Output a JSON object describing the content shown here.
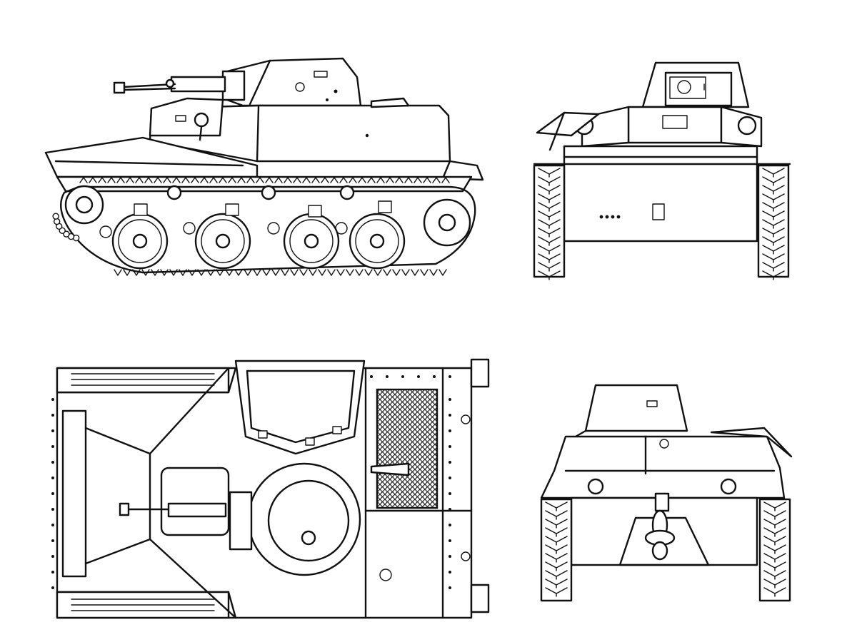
{
  "drawing": {
    "subject": "amphibious-light-tank",
    "views": [
      {
        "id": "side",
        "label": ""
      },
      {
        "id": "front",
        "label": ""
      },
      {
        "id": "top",
        "label": ""
      },
      {
        "id": "rear",
        "label": ""
      }
    ],
    "road_wheels_per_side": 4,
    "engine_grille": "mesh",
    "colors": {
      "ink": "#111111",
      "paper": "#ffffff"
    }
  }
}
